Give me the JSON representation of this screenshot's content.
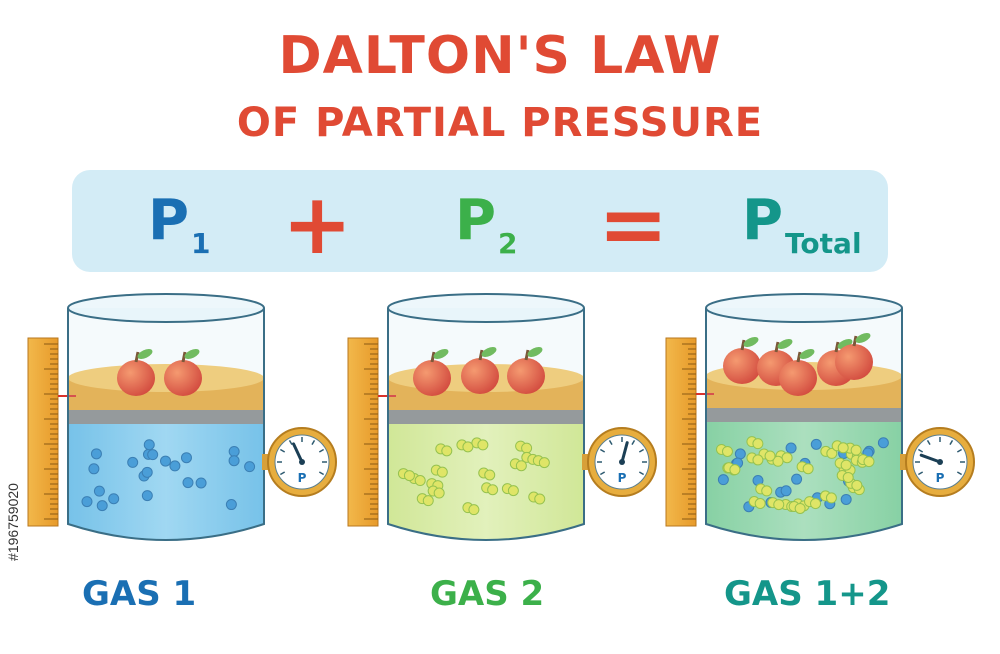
{
  "title": {
    "line1": "DALTON'S LAW",
    "line2": "OF PARTIAL PRESSURE"
  },
  "equation": {
    "term1": {
      "symbol": "P",
      "subscript": "1"
    },
    "plus": "+",
    "term2": {
      "symbol": "P",
      "subscript": "2"
    },
    "equals": "=",
    "term3": {
      "symbol": "P",
      "subscript": "Total"
    }
  },
  "containers": [
    {
      "label": "GAS 1",
      "gauge_letter": "P"
    },
    {
      "label": "GAS 2",
      "gauge_letter": "P"
    },
    {
      "label": "GAS 1+2",
      "gauge_letter": "P"
    }
  ],
  "side_text": "#196759020",
  "colors": {
    "title": "#e04a34",
    "gas1": "#1a6fb3",
    "gas2": "#3cb04a",
    "total": "#14968a",
    "operator": "#e04a34",
    "equation_bar": "#d3ecf6"
  }
}
